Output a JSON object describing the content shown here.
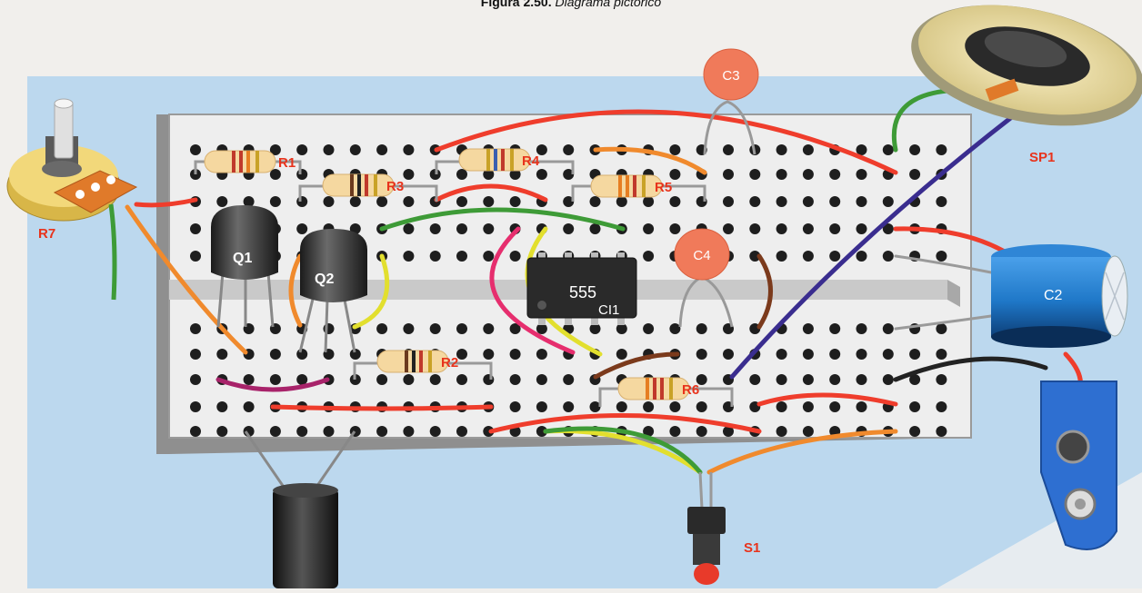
{
  "caption": {
    "bold": "Figura 2.50.",
    "italic": "Diagrama pictórico"
  },
  "components": {
    "r1": "R1",
    "r2": "R2",
    "r3": "R3",
    "r4": "R4",
    "r5": "R5",
    "r6": "R6",
    "r7": "R7",
    "q1": "Q1",
    "q2": "Q2",
    "c2": "C2",
    "c3": "C3",
    "c4": "C4",
    "ic_number": "555",
    "ic_label": "CI1",
    "sp1": "SP1",
    "s1": "S1"
  },
  "colors": {
    "background_page": "#f1efec",
    "background_blue": "#bcd8ee",
    "board": "#efefef",
    "label_red": "#e8331c",
    "wire_red": "#ef3d2c",
    "wire_green": "#3e9b37",
    "wire_orange": "#f08a2d",
    "wire_yellow": "#e2df2e",
    "wire_pink": "#e62e6e",
    "wire_purple": "#3a2d8f",
    "wire_brown": "#7b3a1c",
    "wire_magenta": "#a8236a",
    "capacitor_orange": "#f07a5a",
    "capacitor_blue": "#1f78c8",
    "battery_clip_blue": "#2e6fd1"
  }
}
